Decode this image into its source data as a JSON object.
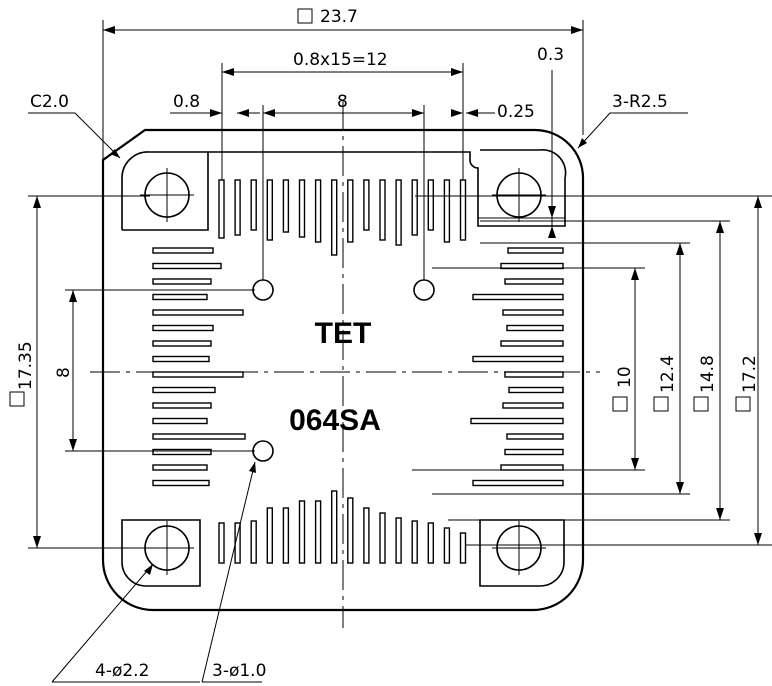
{
  "component": {
    "top_label": "TET",
    "part_number": "064SA"
  },
  "dimensions": {
    "overall_width": "23.7",
    "pitch_span": "0.8x15=12",
    "top_inner": "8",
    "pitch": "0.8",
    "lead_width": "0.25",
    "gap": "0.3",
    "chamfer": "C2.0",
    "corner_radius": "3-R2.5",
    "left_height": "17.35",
    "left_inner": "8",
    "right_dims": [
      "10",
      "12.4",
      "14.8",
      "17.2"
    ],
    "mount_holes": "4-ø2.2",
    "pin_holes": "3-ø1.0",
    "square_symbol": "□"
  }
}
